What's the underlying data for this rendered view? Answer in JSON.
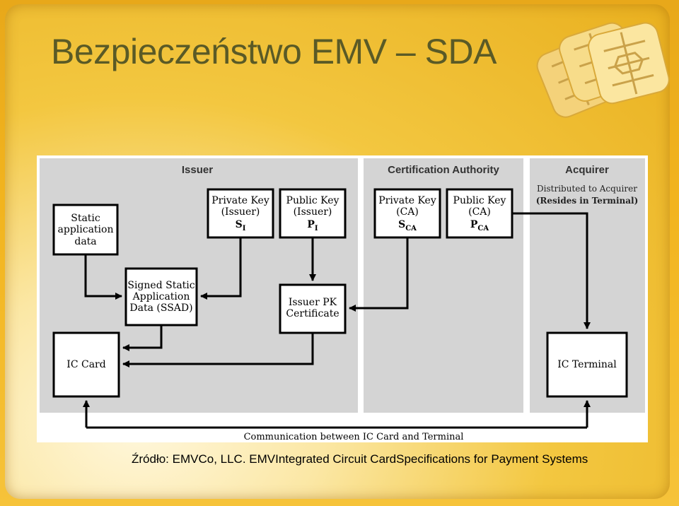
{
  "slide": {
    "title": "Bezpieczeństwo EMV – SDA",
    "source": "Źródło: EMVCo, LLC. EMVIntegrated Circuit CardSpecifications for Payment Systems"
  },
  "diagram": {
    "headers": {
      "issuer": "Issuer",
      "ca": "Certification Authority",
      "acquirer": "Acquirer"
    },
    "acquirer_note": {
      "line1": "Distributed to Acquirer",
      "line2": "(Resides in Terminal)"
    },
    "boxes": {
      "static_app_data": [
        "Static",
        "application",
        "data"
      ],
      "private_key_issuer": {
        "line1": "Private Key",
        "line2": "(Issuer)",
        "sym": "S",
        "sub": "I"
      },
      "public_key_issuer": {
        "line1": "Public Key",
        "line2": "(Issuer)",
        "sym": "P",
        "sub": "I"
      },
      "private_key_ca": {
        "line1": "Private Key",
        "line2": "(CA)",
        "sym": "S",
        "sub": "CA"
      },
      "public_key_ca": {
        "line1": "Public Key",
        "line2": "(CA)",
        "sym": "P",
        "sub": "CA"
      },
      "ssad": [
        "Signed Static",
        "Application",
        "Data (SSAD)"
      ],
      "issuer_pk_cert": [
        "Issuer PK",
        "Certificate"
      ],
      "ic_card": "IC Card",
      "ic_terminal": "IC Terminal"
    },
    "communication_label": "Communication between IC Card and Terminal"
  },
  "colors": {
    "slide_gold": "#f2b41e",
    "panel_gray": "#d4d4d4",
    "box_white": "#ffffff",
    "title_text": "#5a5a26"
  }
}
